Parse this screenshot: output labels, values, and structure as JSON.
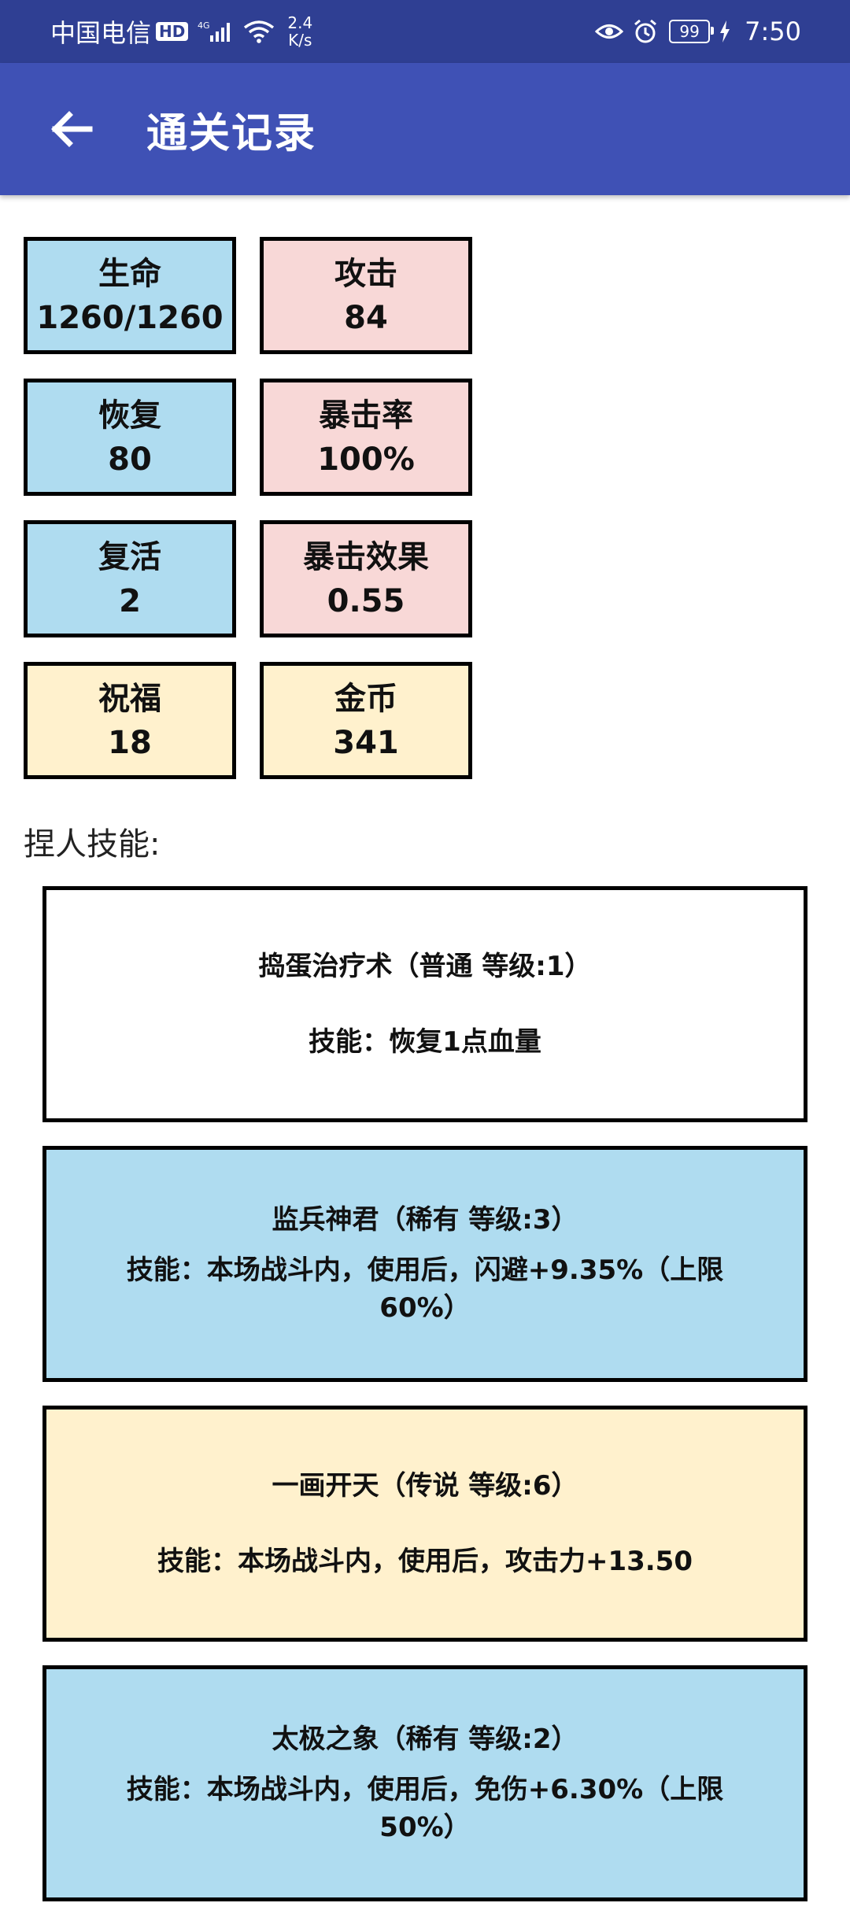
{
  "status_bar": {
    "carrier": "中国电信",
    "hd_badge": "HD",
    "network": "4G",
    "net_speed_value": "2.4",
    "net_speed_unit": "K/s",
    "battery": "99",
    "time": "7:50"
  },
  "header": {
    "title": "通关记录"
  },
  "stats": [
    {
      "label": "生命",
      "value": "1260/1260",
      "color": "#afdcf0"
    },
    {
      "label": "攻击",
      "value": "84",
      "color": "#f8d8d7"
    },
    {
      "label": "恢复",
      "value": "80",
      "color": "#afdcf0"
    },
    {
      "label": "暴击率",
      "value": "100%",
      "color": "#f8d8d7"
    },
    {
      "label": "复活",
      "value": "2",
      "color": "#afdcf0"
    },
    {
      "label": "暴击效果",
      "value": "0.55",
      "color": "#f8d8d7"
    },
    {
      "label": "祝福",
      "value": "18",
      "color": "#fff1cd"
    },
    {
      "label": "金币",
      "value": "341",
      "color": "#fff1cd"
    }
  ],
  "skills_label": "捏人技能:",
  "skills": [
    {
      "title": "捣蛋治疗术（普通 等级:1）",
      "desc": "技能：恢复1点血量",
      "color": "#ffffff"
    },
    {
      "title": "监兵神君（稀有 等级:3）",
      "desc": "技能：本场战斗内，使用后，闪避+9.35%（上限60%）",
      "color": "#afdcf0"
    },
    {
      "title": "一画开天（传说 等级:6）",
      "desc": "技能：本场战斗内，使用后，攻击力+13.50",
      "color": "#fff1cd"
    },
    {
      "title": "太极之象（稀有 等级:2）",
      "desc": "技能：本场战斗内，使用后，免伤+6.30%（上限50%）",
      "color": "#afdcf0"
    }
  ]
}
